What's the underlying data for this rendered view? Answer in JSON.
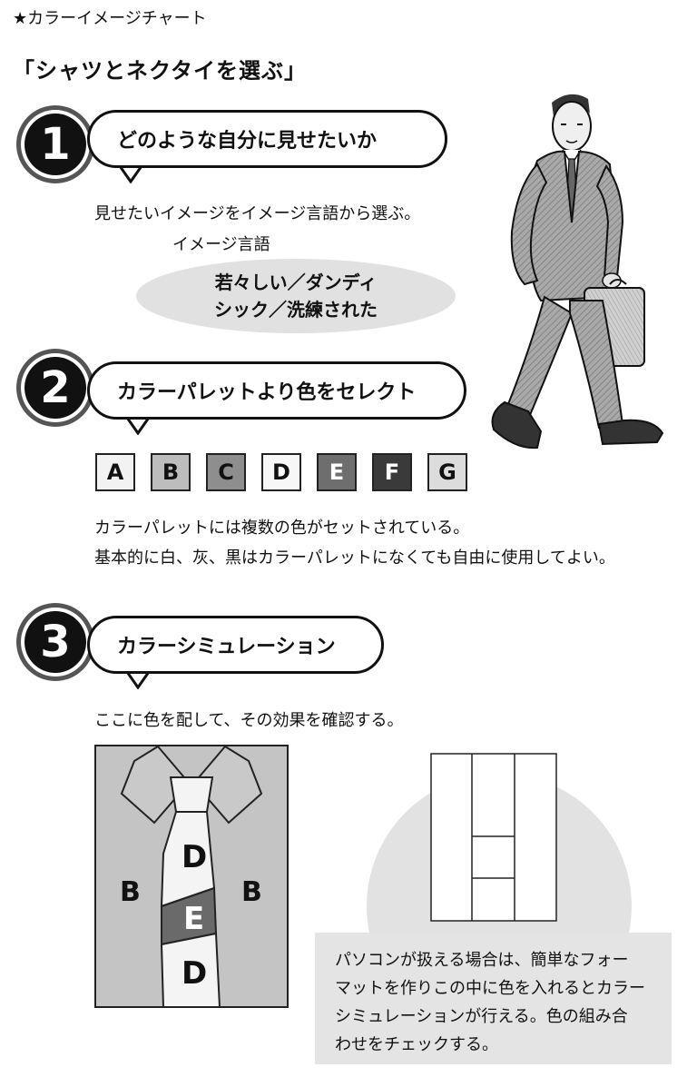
{
  "header": {
    "title": "★カラーイメージチャート"
  },
  "section": {
    "heading": "「シャツとネクタイを選ぶ」"
  },
  "step1": {
    "number": "1",
    "title": "どのような自分に見せたいか",
    "description": "見せたいイメージをイメージ言語から選ぶ。",
    "image_language_label": "イメージ言語",
    "image_words_line1": "若々しい／ダンディ",
    "image_words_line2": "シック／洗練された"
  },
  "step2": {
    "number": "2",
    "title": "カラーパレットより色をセレクト",
    "palette": [
      {
        "label": "A",
        "color": "#f2f2f2",
        "text_color": "#111111"
      },
      {
        "label": "B",
        "color": "#bdbdbd",
        "text_color": "#111111"
      },
      {
        "label": "C",
        "color": "#8e8e8e",
        "text_color": "#111111"
      },
      {
        "label": "D",
        "color": "#f7f7f7",
        "text_color": "#111111"
      },
      {
        "label": "E",
        "color": "#6e6e6e",
        "text_color": "#ffffff"
      },
      {
        "label": "F",
        "color": "#3a3a3a",
        "text_color": "#ffffff"
      },
      {
        "label": "G",
        "color": "#dcdcdc",
        "text_color": "#111111"
      }
    ],
    "description_line1": "カラーパレットには複数の色がセットされている。",
    "description_line2": "基本的に白、灰、黒はカラーパレットになくても自由に使用してよい。"
  },
  "step3": {
    "number": "3",
    "title": "カラーシミュレーション",
    "description": "ここに色を配して、その効果を確認する。",
    "shirt_labels": {
      "left_body": "B",
      "right_body": "B",
      "tie_top": "D",
      "tie_band": "E",
      "tie_bottom": "D"
    },
    "note_lines": [
      "パソコンが扱える場合は、簡単なフォー",
      "マットを作りこの中に色を入れるとカラー",
      "シミュレーションが行える。色の組み合",
      "わせをチェックする。"
    ]
  },
  "colors": {
    "ink": "#111111",
    "shirt_gray": "#c4c4c4",
    "tie_light": "#f4f4f4",
    "tie_band": "#6a6a6a",
    "pill_bg": "#e1e1e1"
  },
  "icons": {
    "illustration": "walking-businessman-illustration"
  }
}
